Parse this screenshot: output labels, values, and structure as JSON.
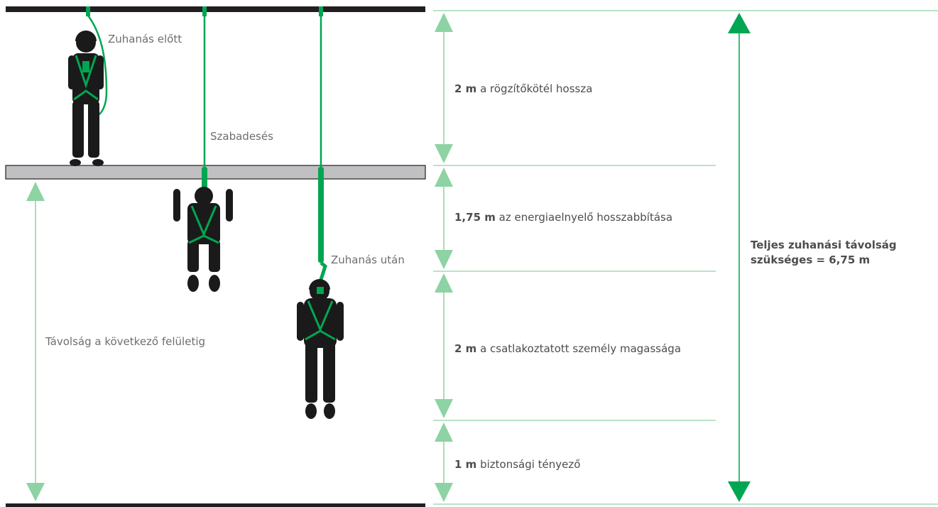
{
  "labels": {
    "before_fall": "Zuhanás előtt",
    "free_fall": "Szabadesés",
    "after_fall": "Zuhanás után",
    "distance_to_surface": "Távolság a következő felületig"
  },
  "segments": [
    {
      "value": "2 m",
      "text": "a rögzítőkötél hossza"
    },
    {
      "value": "1,75 m",
      "text": "az energiaelnyelő hosszabbítása"
    },
    {
      "value": "2 m",
      "text": "a csatlakoztatott személy magassága"
    },
    {
      "value": "1 m",
      "text": "biztonsági tényező"
    }
  ],
  "total": {
    "line1": "Teljes zuhanási távolság",
    "line2": "szükséges = 6,75 m"
  },
  "colors": {
    "green": "#00a651",
    "light_green": "#8dd3a3",
    "figure": "#1a1a1a",
    "platform": "#c0c0c2",
    "line": "#8dd3a3"
  },
  "icons": [
    "worker-standing-icon",
    "worker-free-fall-icon",
    "worker-suspended-icon"
  ]
}
